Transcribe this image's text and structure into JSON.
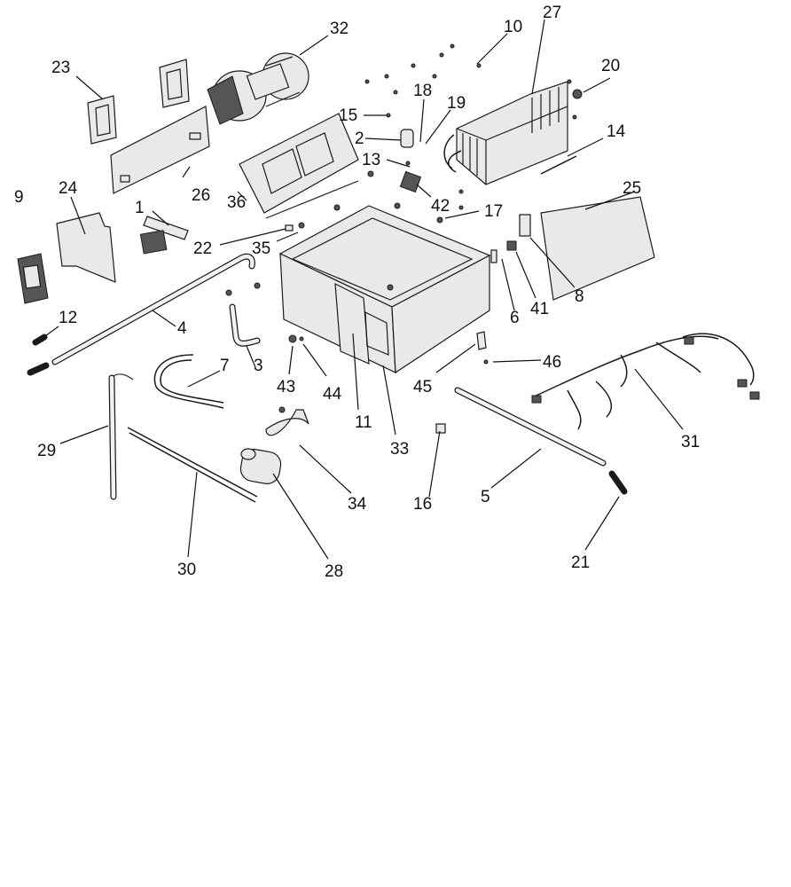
{
  "labels": [
    "1",
    "2",
    "3",
    "4",
    "5",
    "6",
    "7",
    "8",
    "9",
    "10",
    "11",
    "12",
    "13",
    "14",
    "15",
    "16",
    "17",
    "18",
    "19",
    "20",
    "21",
    "22",
    "23",
    "24",
    "25",
    "26",
    "27",
    "28",
    "29",
    "30",
    "31",
    "32",
    "33",
    "34",
    "35",
    "36",
    "41",
    "42",
    "43",
    "44",
    "45",
    "46"
  ]
}
